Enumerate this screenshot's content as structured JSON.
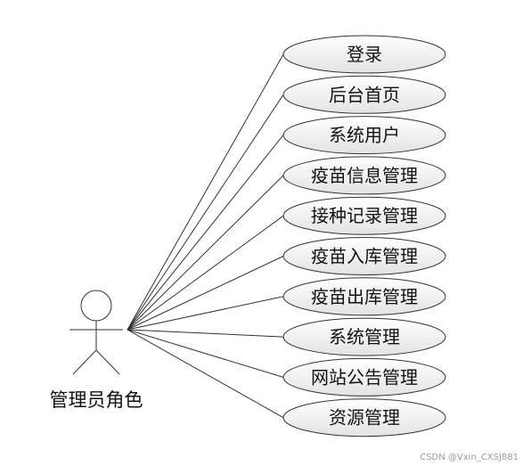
{
  "actor": {
    "label": "管理员角色"
  },
  "use_cases": [
    "登录",
    "后台首页",
    "系统用户",
    "疫苗信息管理",
    "接种记录管理",
    "疫苗入库管理",
    "疫苗出库管理",
    "系统管理",
    "网站公告管理",
    "资源管理"
  ],
  "watermark": "CSDN @Vxin_CXSJ881",
  "colors": {
    "stroke": "#333333",
    "ellipse_fill_top": "#ffffff",
    "ellipse_fill_bottom": "#e6e6e6",
    "text": "#111111",
    "watermark": "#9a9a9a"
  }
}
